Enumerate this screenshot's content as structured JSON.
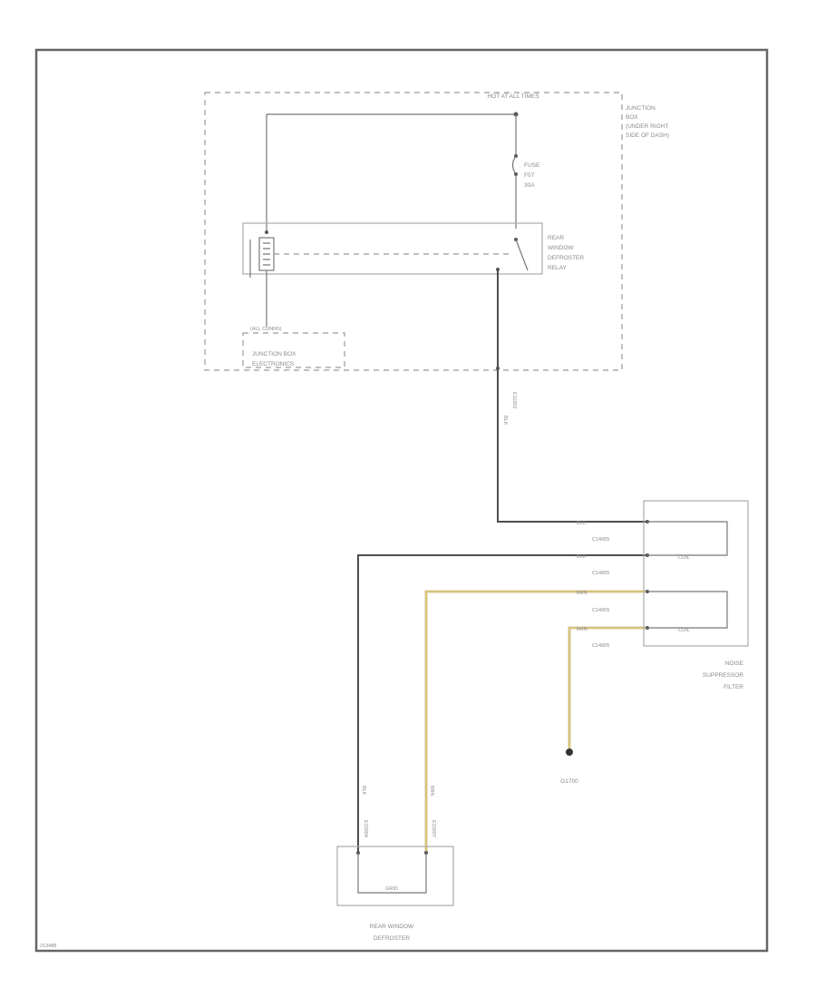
{
  "diagram": {
    "hot_label": "HOT AT ALL TIMES",
    "junction_box": {
      "lines": [
        "JUNCTION",
        "BOX",
        "(UNDER RIGHT",
        "SIDE OF DASH)"
      ]
    },
    "fuse": {
      "lines": [
        "FUSE",
        "F07",
        "30A"
      ]
    },
    "relay": {
      "lines": [
        "REAR",
        "WINDOW",
        "DEFROSTER",
        "RELAY"
      ]
    },
    "jb_electronics": {
      "connector": "(ALL CONNS)",
      "lines": [
        "JUNCTION BOX",
        "ELECTRONICS"
      ]
    },
    "vertical_connectors": {
      "main": "E11002",
      "left_defroster": "E15004",
      "right_defroster": "E15007"
    },
    "wire_colors": {
      "main": "BLK",
      "left_defroster": "BLK",
      "right_defroster": "BRN"
    },
    "filter_pins": [
      {
        "wire_color": "BLK",
        "connector": "C14005"
      },
      {
        "wire_color": "BLK",
        "connector": "C14005"
      },
      {
        "wire_color": "BRN",
        "connector": "C14005"
      },
      {
        "wire_color": "BRN",
        "connector": "C14005"
      }
    ],
    "coil_labels": [
      "COIL",
      "COIL"
    ],
    "noise_filter": {
      "lines": [
        "NOISE",
        "SUPPRESSOR",
        "FILTER"
      ]
    },
    "ground_label": "G1700",
    "defroster": {
      "element_label": "GRID",
      "lines": [
        "REAR WINDOW",
        "DEFROSTER"
      ]
    },
    "corner_code": "213488",
    "colors": {
      "frame": "#666666",
      "wire_black": "#4d4d4d",
      "wire_yellow": "#b8a050",
      "dashed_box": "#9a9a9a"
    }
  }
}
